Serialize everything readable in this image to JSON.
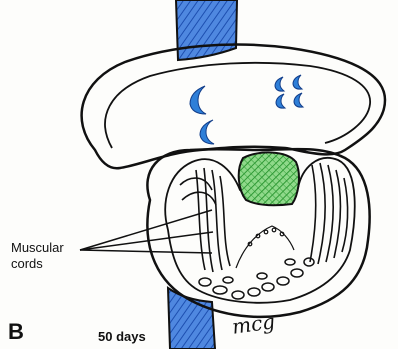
{
  "panel_label": "B",
  "age_label": "50 days",
  "annotation": {
    "label_line1": "Muscular",
    "label_line2": "cords"
  },
  "signature": "mcg",
  "colors": {
    "vessel": "#2f6fd0",
    "cartilage": "#2e8bd6",
    "ventricle": "#4ec04a",
    "outline": "#111111"
  }
}
